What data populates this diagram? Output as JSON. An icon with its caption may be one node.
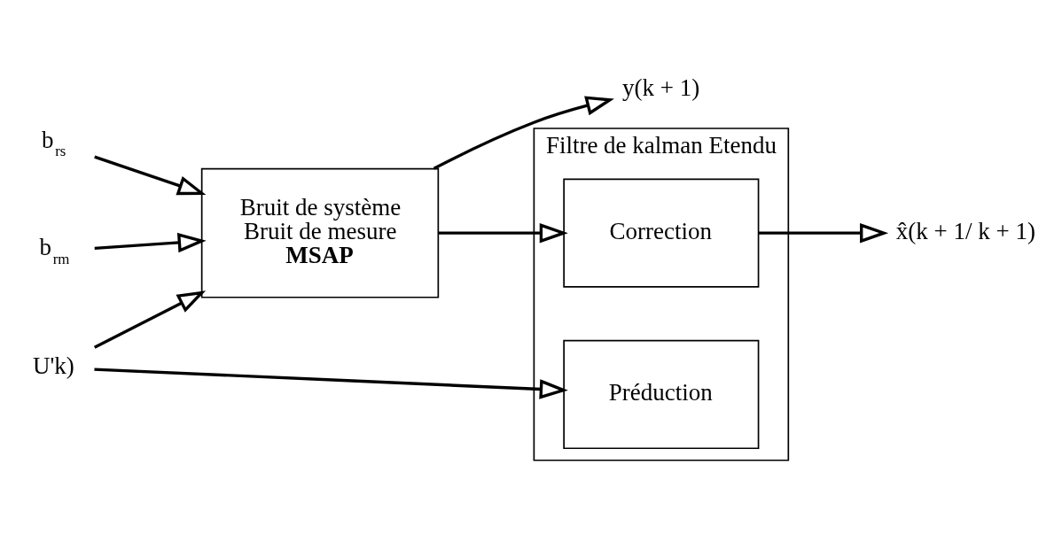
{
  "diagram": {
    "nodes": [
      {
        "text": [
          "b$_{rs}$"
        ]
      },
      {
        "text": [
          "U'k)"
        ]
      },
      {
        "text": [
          "Bruit de système",
          "Bruit de mesure",
          "MSAP"
        ]
      },
      {
        "text": [
          "b$_{rm}$"
        ]
      },
      {
        "text": [
          "y(k + 1)"
        ]
      },
      {
        "text": [
          "Filtre de kalman Etendu"
        ]
      },
      {
        "text": [
          "Préduction"
        ],
        "in": 5
      },
      {
        "text": [
          "Correction"
        ],
        "in": 5
      },
      {
        "text": [
          "x̂(k + 1/ k + 1)"
        ]
      }
    ],
    "edges": [
      {
        "from": 0,
        "to": 2,
        "arrow": "to"
      },
      {
        "from": 3,
        "to": 2,
        "arrow": "to"
      },
      {
        "from": 1,
        "to": 2,
        "arrow": "to"
      },
      {
        "from": 1,
        "to": 6,
        "arrow": "to"
      },
      {
        "from": 2,
        "to": 4,
        "arrow": "to"
      },
      {
        "from": 2,
        "to": 7,
        "arrow": "to"
      },
      {
        "from": 7,
        "to": 8,
        "arrow": "to"
      }
    ]
  }
}
